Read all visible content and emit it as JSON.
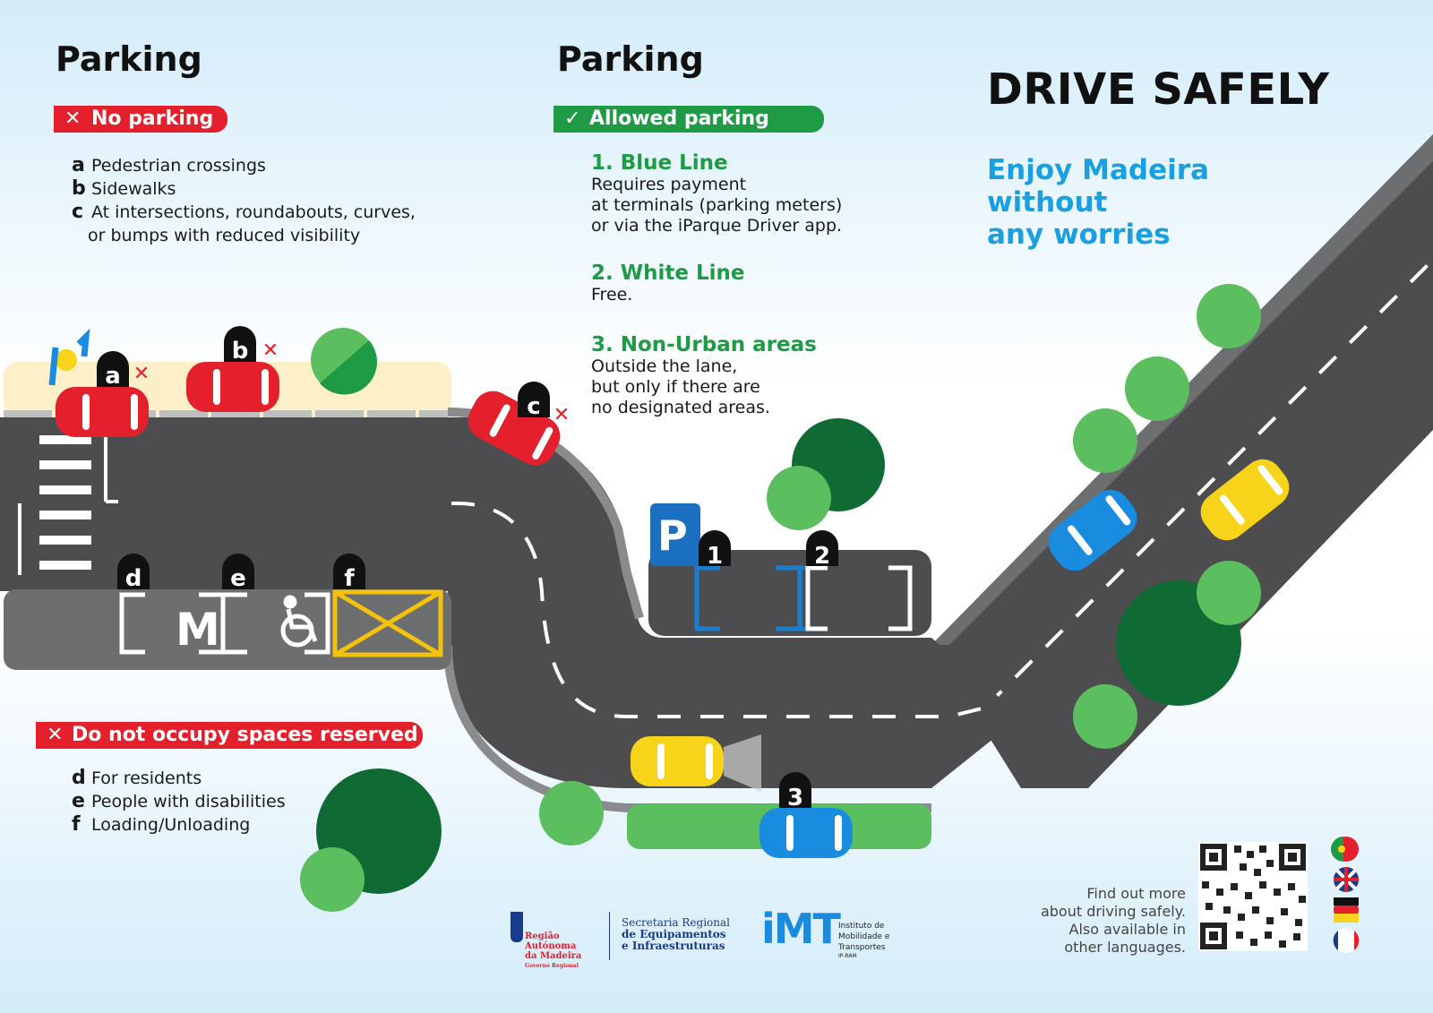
{
  "left": {
    "heading": "Parking",
    "no_parking": {
      "mark": "✕",
      "label": "No parking"
    },
    "items": [
      {
        "key": "a",
        "text": "Pedestrian crossings"
      },
      {
        "key": "b",
        "text": "Sidewalks"
      },
      {
        "key": "c",
        "text": "At intersections, roundabouts, curves,",
        "cont": "or bumps with reduced visibility"
      }
    ],
    "reserved": {
      "mark": "✕",
      "label": "Do not occupy spaces reserved"
    },
    "reserved_items": [
      {
        "key": "d",
        "text": "For residents"
      },
      {
        "key": "e",
        "text": "People with disabilities"
      },
      {
        "key": "f",
        "text": "Loading/Unloading"
      }
    ]
  },
  "middle": {
    "heading": "Parking",
    "allowed": {
      "mark": "✓",
      "label": "Allowed parking"
    },
    "rules": [
      {
        "title": "1. Blue Line",
        "lines": [
          "Requires payment",
          "at terminals (parking meters)",
          "or via the iParque Driver app."
        ]
      },
      {
        "title": "2. White Line",
        "lines": [
          "Free."
        ]
      },
      {
        "title": "3. Non-Urban areas",
        "lines": [
          "Outside the lane,",
          "but only if there are",
          "no designated areas."
        ]
      }
    ]
  },
  "right": {
    "title": "DRIVE SAFELY",
    "tagline": [
      "Enjoy Madeira",
      "without",
      "any worries"
    ],
    "find_more": [
      "Find out more",
      "about driving safely.",
      "Also available in",
      "other languages."
    ],
    "languages": [
      "pt-flag-icon",
      "uk-flag-icon",
      "de-flag-icon",
      "fr-flag-icon"
    ]
  },
  "map_labels": {
    "a": "a",
    "b": "b",
    "c": "c",
    "d": "d",
    "e": "e",
    "f": "f",
    "one": "1",
    "two": "2",
    "three": "3",
    "m": "M",
    "p": "P",
    "x": "✕"
  },
  "footer": {
    "raam": [
      "Região Autónoma",
      "da Madeira",
      "Governo Regional"
    ],
    "secretaria": [
      "Secretaria Regional",
      "de Equipamentos",
      "e Infraestruturas"
    ],
    "imt_mark": "iMT",
    "imt": [
      "Instituto de",
      "Mobilidade e",
      "Transportes",
      "IP-RAM"
    ]
  },
  "colors": {
    "red": "#e3202b",
    "green": "#1f9a45",
    "blue": "#1aa0e0",
    "road": "#4d4d4f",
    "road_light": "#6d6e70",
    "sidewalk": "#fdf0c8",
    "tree_dark": "#0f6a34",
    "tree_light": "#5bbf5f",
    "car_red": "#e3202b",
    "car_blue": "#1a8ce0",
    "car_yellow": "#f7d41a"
  }
}
